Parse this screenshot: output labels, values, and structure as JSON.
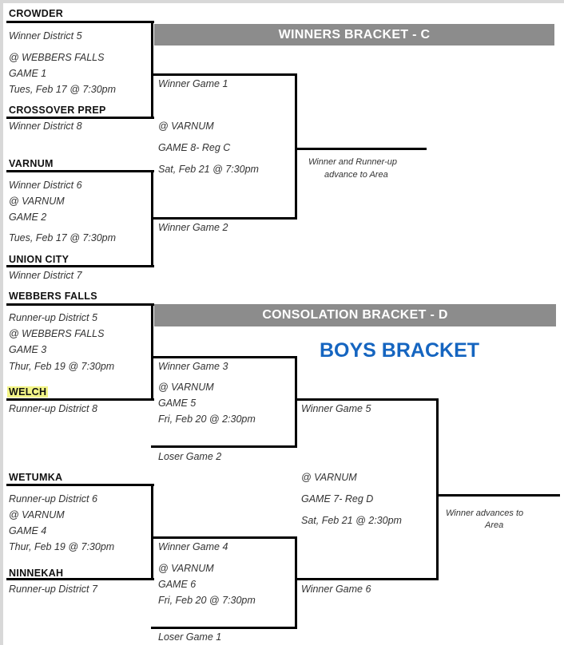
{
  "winners": {
    "banner": "WINNERS BRACKET - C",
    "g1": {
      "team1": "CROWDER",
      "team1_sub": "Winner District 5",
      "venue": "@ WEBBERS FALLS",
      "game": "GAME 1",
      "time": "Tues, Feb 17 @ 7:30pm",
      "team2": "CROSSOVER PREP",
      "team2_sub": "Winner District 8"
    },
    "g2": {
      "team1": "VARNUM",
      "team1_sub": "Winner District 6",
      "venue": "@ VARNUM",
      "game": "GAME 2",
      "time": "Tues, Feb 17 @ 7:30pm",
      "team2": "UNION CITY",
      "team2_sub": "Winner District 7"
    },
    "g8": {
      "top": "Winner Game 1",
      "venue": "@ VARNUM",
      "game": "GAME 8- Reg C",
      "time": "Sat, Feb 21 @ 7:30pm",
      "bottom": "Winner Game 2"
    },
    "result_line1": "Winner and Runner-up",
    "result_line2": "advance to Area"
  },
  "consolation": {
    "banner": "CONSOLATION BRACKET - D",
    "g3": {
      "team1": "WEBBERS FALLS",
      "team1_sub": "Runner-up District 5",
      "venue": "@ WEBBERS FALLS",
      "game": "GAME 3",
      "time": "Thur, Feb 19 @ 7:30pm",
      "team2": "WELCH",
      "team2_sub": "Runner-up District 8"
    },
    "g4": {
      "team1": "WETUMKA",
      "team1_sub": "Runner-up District 6",
      "venue": "@ VARNUM",
      "game": "GAME 4",
      "time": "Thur, Feb 19 @ 7:30pm",
      "team2": "NINNEKAH",
      "team2_sub": "Runner-up District 7"
    },
    "g5": {
      "top": "Winner Game 3",
      "venue": "@ VARNUM",
      "game": "GAME 5",
      "time": "Fri, Feb 20 @ 2:30pm",
      "bottom": "Loser Game 2"
    },
    "g6": {
      "top": "Winner Game 4",
      "venue": "@ VARNUM",
      "game": "GAME 6",
      "time": "Fri, Feb 20 @ 7:30pm",
      "bottom": "Loser Game 1"
    },
    "g7": {
      "top": "Winner Game 5",
      "venue": "@ VARNUM",
      "game": "GAME 7- Reg D",
      "time": "Sat, Feb 21 @ 2:30pm",
      "bottom": "Winner Game 6"
    },
    "result_line1": "Winner advances to",
    "result_line2": "Area"
  },
  "title": "BOYS BRACKET",
  "colors": {
    "banner": "#8c8c8c",
    "title": "#1565c0",
    "highlight": "#f3f587"
  }
}
